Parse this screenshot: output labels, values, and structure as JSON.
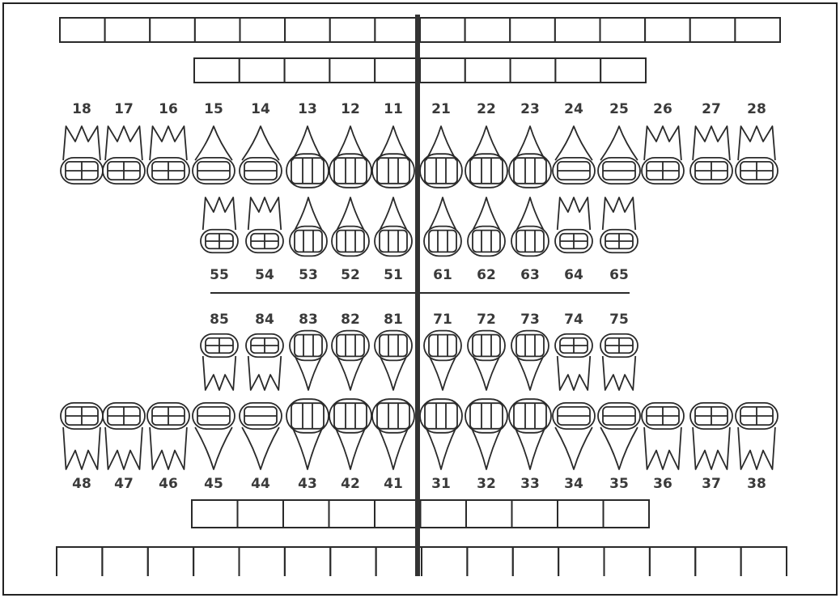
{
  "colors": {
    "ink": "#2a2a2a",
    "label": "#3a3a3a",
    "midline": "#333333"
  },
  "upper_permanent": {
    "right": [
      "18",
      "17",
      "16",
      "15",
      "14",
      "13",
      "12",
      "11"
    ],
    "left": [
      "21",
      "22",
      "23",
      "24",
      "25",
      "26",
      "27",
      "28"
    ]
  },
  "upper_primary": {
    "right": [
      "55",
      "54",
      "53",
      "52",
      "51"
    ],
    "left": [
      "61",
      "62",
      "63",
      "64",
      "65"
    ]
  },
  "lower_primary": {
    "right": [
      "85",
      "84",
      "83",
      "82",
      "81"
    ],
    "left": [
      "71",
      "72",
      "73",
      "74",
      "75"
    ]
  },
  "lower_permanent": {
    "right": [
      "48",
      "47",
      "46",
      "45",
      "44",
      "43",
      "42",
      "41"
    ],
    "left": [
      "31",
      "32",
      "33",
      "34",
      "35",
      "36",
      "37",
      "38"
    ]
  },
  "upper_permanent_types": {
    "right": [
      "molar",
      "molar",
      "molar",
      "premolar",
      "premolar",
      "incisor",
      "incisor",
      "incisor"
    ],
    "left": [
      "incisor",
      "incisor",
      "incisor",
      "premolar",
      "premolar",
      "molar",
      "molar",
      "molar"
    ]
  },
  "upper_primary_types": {
    "right": [
      "molar",
      "molar",
      "incisor",
      "incisor",
      "incisor"
    ],
    "left": [
      "incisor",
      "incisor",
      "incisor",
      "molar",
      "molar"
    ]
  },
  "lower_primary_types": {
    "right": [
      "molar",
      "molar",
      "incisor",
      "incisor",
      "incisor"
    ],
    "left": [
      "incisor",
      "incisor",
      "incisor",
      "molar",
      "molar"
    ]
  },
  "lower_permanent_types": {
    "right": [
      "molar",
      "molar",
      "molar",
      "premolar",
      "premolar",
      "incisor",
      "incisor",
      "incisor"
    ],
    "left": [
      "incisor",
      "incisor",
      "incisor",
      "premolar",
      "premolar",
      "molar",
      "molar",
      "molar"
    ]
  }
}
